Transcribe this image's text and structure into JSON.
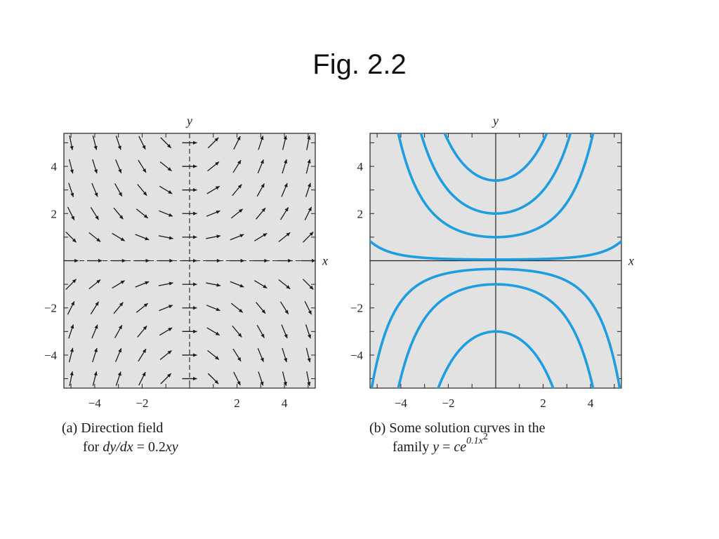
{
  "slide": {
    "title": "Fig. 2.2"
  },
  "colors": {
    "panel_bg": "#e2e2e2",
    "curve": "#1e9ee0",
    "arrow": "#1a1a1a",
    "axis": "#222222"
  },
  "chart_data": [
    {
      "type": "direction-field",
      "equation_k": 0.2,
      "x_label": "x",
      "y_label": "y",
      "xlim": [
        -5.3,
        5.3
      ],
      "ylim": [
        -5.4,
        5.4
      ],
      "x_ticks": [
        -4,
        -2,
        2,
        4
      ],
      "y_ticks": [
        -4,
        -2,
        2,
        4
      ],
      "x_tick_labels": [
        "−4",
        "−2",
        "2",
        "4"
      ],
      "y_tick_labels": [
        "4",
        "2",
        "−2",
        "−4"
      ],
      "grid_points": [
        -5,
        -4,
        -3,
        -2,
        -1,
        0,
        1,
        2,
        3,
        4,
        5
      ],
      "caption": {
        "line1": "(a) Direction field",
        "line2_prefix": "for ",
        "line2_math": "dy/dx",
        "line2_rest": " = 0.2",
        "line2_math2": "xy"
      }
    },
    {
      "type": "line",
      "x_label": "x",
      "y_label": "y",
      "xlim": [
        -5.3,
        5.3
      ],
      "ylim": [
        -5.4,
        5.4
      ],
      "x_ticks": [
        -4,
        -2,
        2,
        4
      ],
      "y_ticks": [
        -4,
        -2,
        2,
        4
      ],
      "x_tick_labels": [
        "−4",
        "−2",
        "2",
        "4"
      ],
      "y_tick_labels": [
        "4",
        "2",
        "−2",
        "−4"
      ],
      "family_exponent_coeff": 0.1,
      "c_values": [
        0.05,
        1,
        2,
        3.4,
        -0.35,
        -1,
        -3
      ],
      "caption": {
        "line1": "(b) Some solution curves in the",
        "line2_prefix": "family ",
        "line2_math": "y",
        "line2_rest": " = ",
        "line2_math2": "ce",
        "line2_sup": "0.1x",
        "line2_sup2": "2"
      }
    }
  ]
}
